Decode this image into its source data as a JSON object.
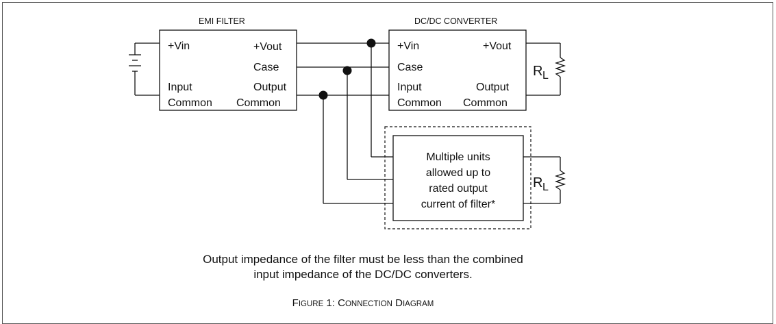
{
  "emi_filter": {
    "title": "EMI FILTER",
    "vin": "+Vin",
    "vout": "+Vout",
    "case": "Case",
    "input": "Input",
    "input_common": "Common",
    "output": "Output",
    "output_common": "Common"
  },
  "converter": {
    "title": "DC/DC CONVERTER",
    "vin": "+Vin",
    "vout": "+Vout",
    "case": "Case",
    "input": "Input",
    "input_common": "Common",
    "output": "Output",
    "output_common": "Common"
  },
  "load_top": {
    "r": "R",
    "sub": "L"
  },
  "multi": {
    "lines": [
      "Multiple units",
      "allowed up to",
      "rated output",
      "current of filter*"
    ]
  },
  "load_bottom": {
    "r": "R",
    "sub": "L"
  },
  "note": {
    "line1": "Output impedance of the filter must be less than the combined",
    "line2": "input impedance of the DC/DC converters."
  },
  "caption": {
    "c1": "F",
    "c2": "IGURE",
    "c3": " 1: C",
    "c4": "ONNECTION",
    "c5": " D",
    "c6": "IAGRAM"
  }
}
